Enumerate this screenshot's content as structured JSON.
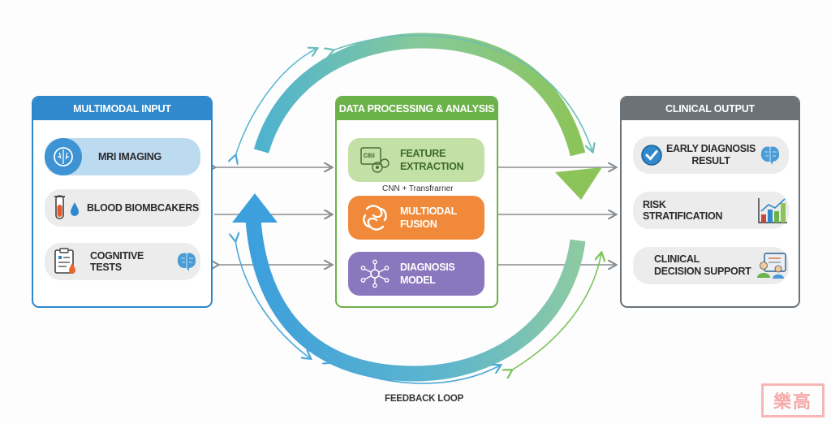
{
  "input_panel": {
    "title": "MULTIMODAL INPUT",
    "items": [
      {
        "label": "MRI IMAGING",
        "icon": "brain-scan-icon"
      },
      {
        "label": "BLOOD BIOMBCAKERS",
        "icon": "test-tube-drop-icon"
      },
      {
        "label": "COGNITIVE TESTS",
        "icon": "clipboard-brain-icon"
      }
    ]
  },
  "processing_panel": {
    "title": "DATA PROCESSING & ANALYSIS",
    "blocks": [
      {
        "line1": "FEATURE",
        "line2": "EXTRACTION",
        "icon": "cpu-gear-icon",
        "icon_text": "C8U"
      },
      {
        "line1": "MULTIODAL",
        "line2": "FUSION",
        "icon": "fusion-icon"
      },
      {
        "line1": "DIAGNOSIS",
        "line2": "MODEL",
        "icon": "network-node-icon"
      }
    ],
    "caption": "CNN + Transfrarner"
  },
  "output_panel": {
    "title": "CLINICAL OUTPUT",
    "items": [
      {
        "line1": "EARLY DIAGNOSIS",
        "line2": "RESULT",
        "icon": "checkmark-brain-icon"
      },
      {
        "line1": "RISK STRATIFICATION",
        "line2": "",
        "icon": "bar-chart-icon"
      },
      {
        "line1": "CLINICAL",
        "line2": "DECISION SUPPORT",
        "icon": "doctors-screen-icon"
      }
    ]
  },
  "feedback_label": "FEEDBACK LOOP",
  "watermark": "樂高",
  "colors": {
    "input": "#2f89cc",
    "processing": "#6cb24a",
    "output": "#6b7378",
    "feature": "#c3e0a6",
    "fusion": "#f08a3a",
    "diagnosis": "#8b77bd",
    "mri_pill": "#bcdaf0"
  }
}
